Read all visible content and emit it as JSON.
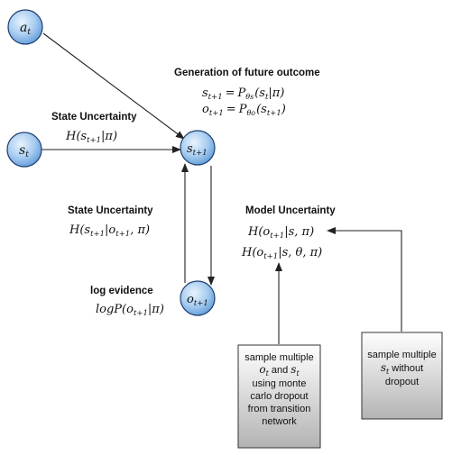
{
  "nodes": {
    "a_t": {
      "base": "a",
      "sub": "t"
    },
    "s_t": {
      "base": "s",
      "sub": "t"
    },
    "s_t1": {
      "base": "s",
      "sub": "t+1"
    },
    "o_t1": {
      "base": "o",
      "sub": "t+1"
    }
  },
  "headings": {
    "generation": "Generation of future outcome",
    "state_uncertainty_1": "State Uncertainty",
    "state_uncertainty_2": "State Uncertainty",
    "model_uncertainty": "Model Uncertainty",
    "log_evidence": "log evidence"
  },
  "formulas": {
    "gen_s": {
      "lhs_base": "s",
      "lhs_sub": "t+1",
      "rhs_base": "P",
      "rhs_sub": "θs",
      "rhs_arg": "(s",
      "rhs_arg_sub": "t",
      "rhs_tail": "|π)"
    },
    "gen_o": {
      "lhs_base": "o",
      "lhs_sub": "t+1",
      "rhs_base": "P",
      "rhs_sub": "θo",
      "rhs_arg": "(s",
      "rhs_arg_sub": "t+1",
      "rhs_tail": ")"
    },
    "entropy_state_1": {
      "pre": "H(s",
      "sub": "t+1",
      "post": "|π)"
    },
    "entropy_state_2": {
      "pre": "H(s",
      "sub": "t+1",
      "mid": "|o",
      "sub2": "t+1",
      "post": ", π)"
    },
    "model_unc_1": {
      "pre": "H(o",
      "sub": "t+1",
      "post": "|s, π)"
    },
    "model_unc_2": {
      "pre": "H(o",
      "sub": "t+1",
      "post": "|s, θ, π)"
    },
    "log_evidence": {
      "pre": "logP(o",
      "sub": "t+1",
      "post": "|π)"
    }
  },
  "boxes": {
    "left": {
      "lines": [
        "sample multiple",
        "o_t and s_t",
        "using monte",
        "carlo dropout",
        "from transition",
        "network"
      ]
    },
    "right": {
      "lines": [
        "sample multiple",
        "s_t without",
        "dropout"
      ]
    }
  }
}
